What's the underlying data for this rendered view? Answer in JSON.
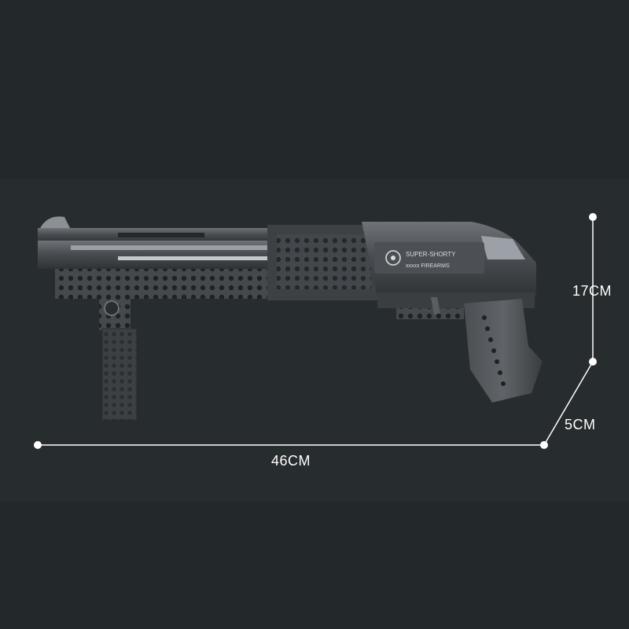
{
  "dimensions": {
    "height_label": "17CM",
    "depth_label": "5CM",
    "length_label": "46CM"
  },
  "product": {
    "engraving_line1": "SUPER-SHORTY",
    "engraving_line2": "xxxxx FIREARMS"
  },
  "colors": {
    "background": "#23282a",
    "background_band": "#272c2e",
    "dimension_line": "#ffffff",
    "body_dark": "#3a3d40",
    "body_mid": "#55595d",
    "body_light": "#7a7f84"
  }
}
